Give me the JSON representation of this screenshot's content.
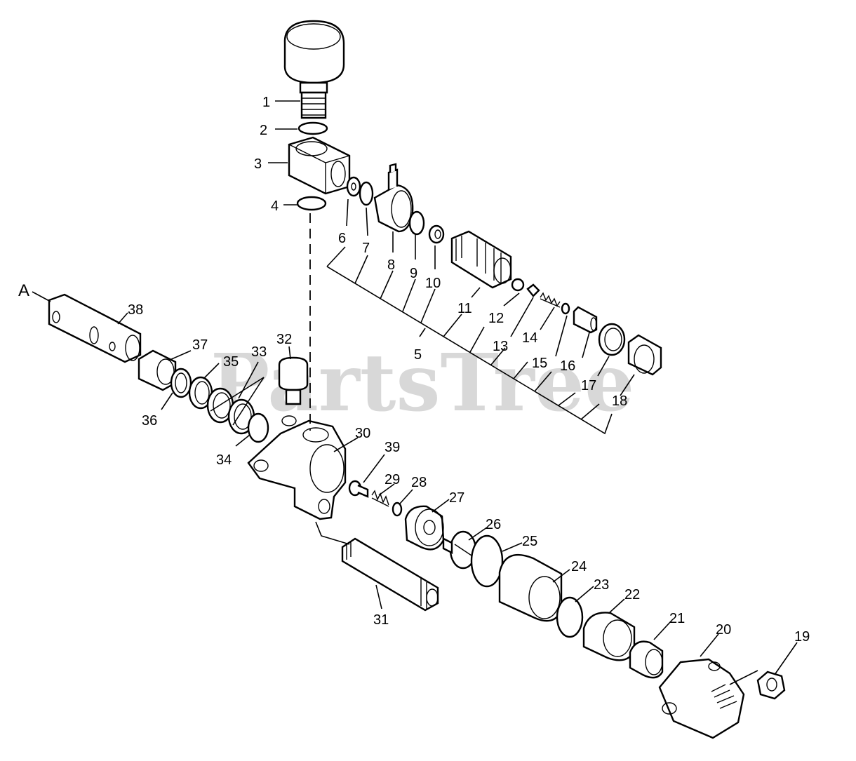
{
  "watermark": "PartsTree",
  "reference_label": "A",
  "callouts": [
    "1",
    "2",
    "3",
    "4",
    "5",
    "6",
    "7",
    "8",
    "9",
    "10",
    "11",
    "12",
    "13",
    "14",
    "15",
    "16",
    "17",
    "18",
    "19",
    "20",
    "21",
    "22",
    "23",
    "24",
    "25",
    "26",
    "27",
    "28",
    "29",
    "30",
    "31",
    "32",
    "33",
    "34",
    "35",
    "36",
    "37",
    "38",
    "39"
  ]
}
